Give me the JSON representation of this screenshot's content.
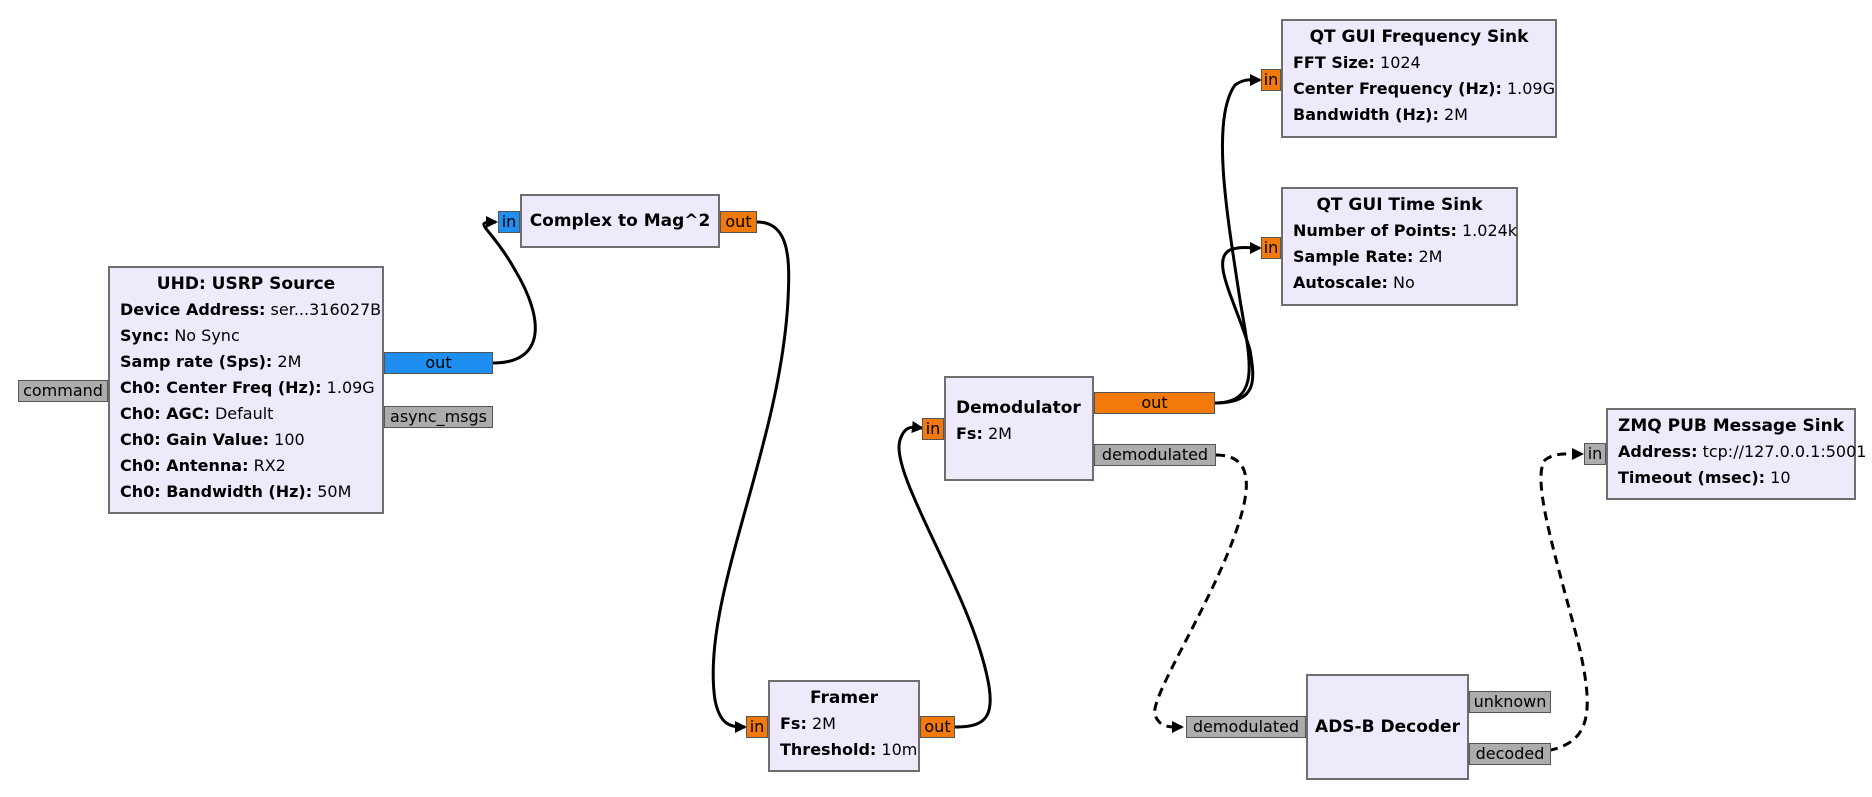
{
  "blocks": {
    "usrp": {
      "title": "UHD: USRP Source",
      "params": [
        {
          "key": "Device Address:",
          "value": "ser...316027B"
        },
        {
          "key": "Sync:",
          "value": "No Sync"
        },
        {
          "key": "Samp rate (Sps):",
          "value": "2M"
        },
        {
          "key": "Ch0: Center Freq (Hz):",
          "value": "1.09G"
        },
        {
          "key": "Ch0: AGC:",
          "value": "Default"
        },
        {
          "key": "Ch0: Gain Value:",
          "value": "100"
        },
        {
          "key": "Ch0: Antenna:",
          "value": "RX2"
        },
        {
          "key": "Ch0: Bandwidth (Hz):",
          "value": "50M"
        }
      ],
      "ports": {
        "command": "command",
        "out": "out",
        "async": "async_msgs"
      }
    },
    "mag": {
      "title": "Complex to Mag^2",
      "ports": {
        "in": "in",
        "out": "out"
      }
    },
    "framer": {
      "title": "Framer",
      "params": [
        {
          "key": "Fs:",
          "value": "2M"
        },
        {
          "key": "Threshold:",
          "value": "10m"
        }
      ],
      "ports": {
        "in": "in",
        "out": "out"
      }
    },
    "demod": {
      "title": "Demodulator",
      "params": [
        {
          "key": "Fs:",
          "value": "2M"
        }
      ],
      "ports": {
        "in": "in",
        "out": "out",
        "demodulated": "demodulated"
      }
    },
    "freq": {
      "title": "QT GUI Frequency Sink",
      "params": [
        {
          "key": "FFT Size:",
          "value": "1024"
        },
        {
          "key": "Center Frequency (Hz):",
          "value": "1.09G"
        },
        {
          "key": "Bandwidth (Hz):",
          "value": "2M"
        }
      ],
      "ports": {
        "in": "in"
      }
    },
    "time": {
      "title": "QT GUI Time Sink",
      "params": [
        {
          "key": "Number of Points:",
          "value": "1.024k"
        },
        {
          "key": "Sample Rate:",
          "value": "2M"
        },
        {
          "key": "Autoscale:",
          "value": "No"
        }
      ],
      "ports": {
        "in": "in"
      }
    },
    "adsb": {
      "title": "ADS-B Decoder",
      "ports": {
        "demodulated": "demodulated",
        "unknown": "unknown",
        "decoded": "decoded"
      }
    },
    "zmq": {
      "title": "ZMQ PUB Message Sink",
      "params": [
        {
          "key": "Address:",
          "value": "tcp://127.0.0.1:5001"
        },
        {
          "key": "Timeout (msec):",
          "value": "10"
        }
      ],
      "ports": {
        "in": "in"
      }
    }
  },
  "colors": {
    "block_bg": "#efeafb",
    "block_border": "#6e6e6e",
    "port_stream_float": "#f27a0c",
    "port_stream_complex": "#1e8ff0",
    "port_message": "#acacac",
    "wire": "#000000"
  }
}
